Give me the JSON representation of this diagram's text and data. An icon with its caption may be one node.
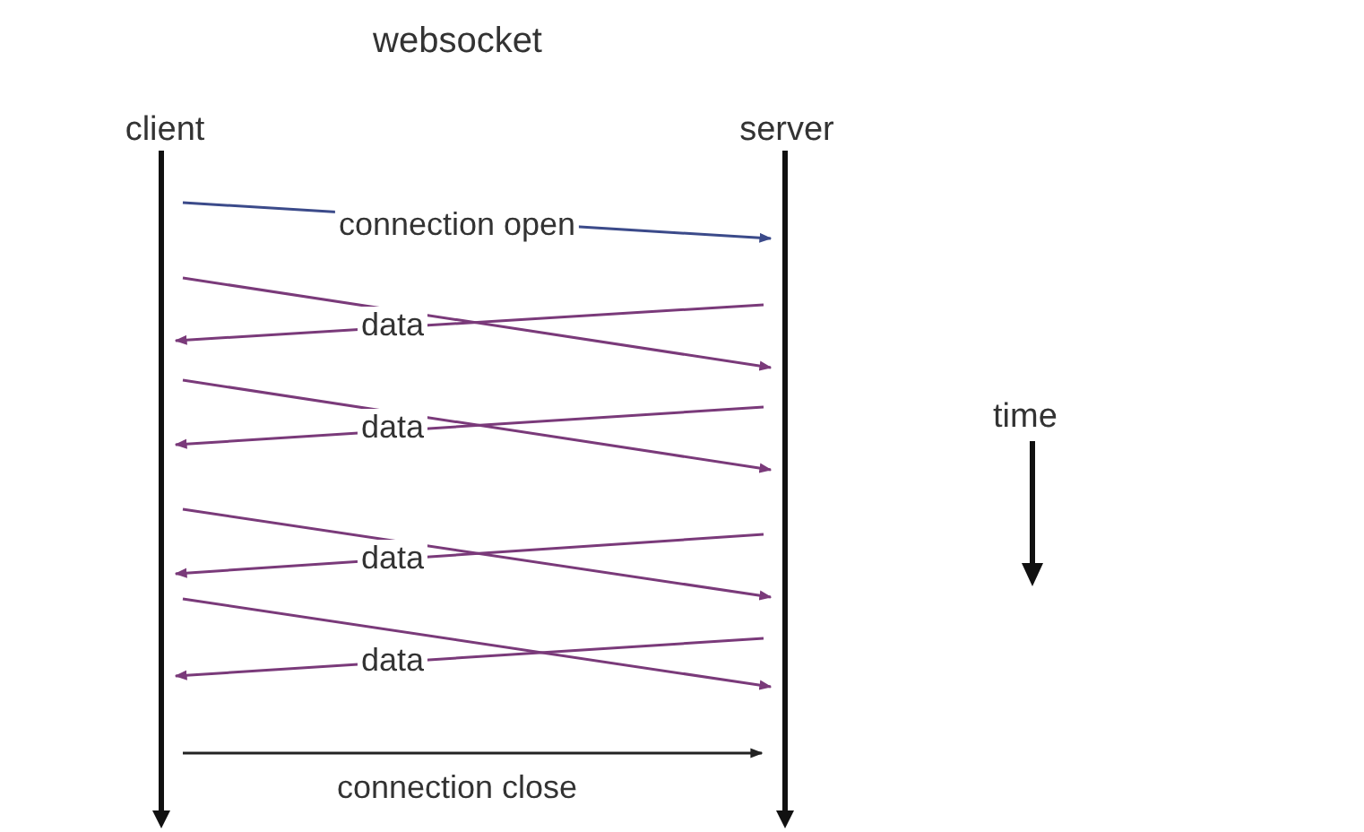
{
  "diagram": {
    "title": "websocket",
    "nodes": [
      {
        "text": [
          "client"
        ]
      },
      {
        "text": [
          "server"
        ]
      }
    ],
    "edges": [
      {
        "from": 0,
        "to": 1,
        "arrow": "to",
        "label": "connection open",
        "color": "#3b4a8a"
      },
      {
        "from": 0,
        "to": 1,
        "arrow": "to",
        "label": "data"
      },
      {
        "from": 1,
        "to": 0,
        "arrow": "to"
      },
      {
        "from": 0,
        "to": 1,
        "arrow": "to",
        "label": "data"
      },
      {
        "from": 1,
        "to": 0,
        "arrow": "to"
      },
      {
        "from": 0,
        "to": 1,
        "arrow": "to",
        "label": "data"
      },
      {
        "from": 1,
        "to": 0,
        "arrow": "to"
      },
      {
        "from": 0,
        "to": 1,
        "arrow": "to",
        "label": "data"
      },
      {
        "from": 1,
        "to": 0,
        "arrow": "to"
      },
      {
        "from": 0,
        "to": 1,
        "arrow": "to",
        "label": "connection close",
        "color": "#222222"
      }
    ],
    "labels": [
      "time"
    ]
  }
}
